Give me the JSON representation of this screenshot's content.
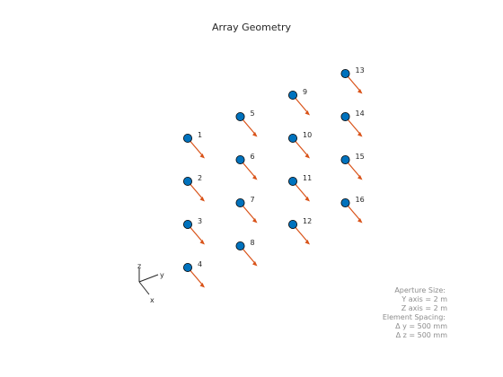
{
  "title": "Array Geometry",
  "elements": [
    {
      "label": "1"
    },
    {
      "label": "2"
    },
    {
      "label": "3"
    },
    {
      "label": "4"
    },
    {
      "label": "5"
    },
    {
      "label": "6"
    },
    {
      "label": "7"
    },
    {
      "label": "8"
    },
    {
      "label": "9"
    },
    {
      "label": "10"
    },
    {
      "label": "11"
    },
    {
      "label": "12"
    },
    {
      "label": "13"
    },
    {
      "label": "14"
    },
    {
      "label": "15"
    },
    {
      "label": "16"
    }
  ],
  "axes_triad": {
    "x_label": "x",
    "y_label": "y",
    "z_label": "z"
  },
  "info": {
    "aperture_heading": "Aperture Size:",
    "aperture_y": "Y axis = 2 m",
    "aperture_z": "Z axis = 2 m",
    "spacing_heading": "Element Spacing:",
    "spacing_y": "Δ y = 500 mm",
    "spacing_z": "Δ z = 500 mm"
  },
  "colors": {
    "element_fill": "#0072BD",
    "element_stroke": "#000000",
    "normal_arrow": "#D95319",
    "text": "#262626",
    "info_text": "#8c8c8c"
  }
}
